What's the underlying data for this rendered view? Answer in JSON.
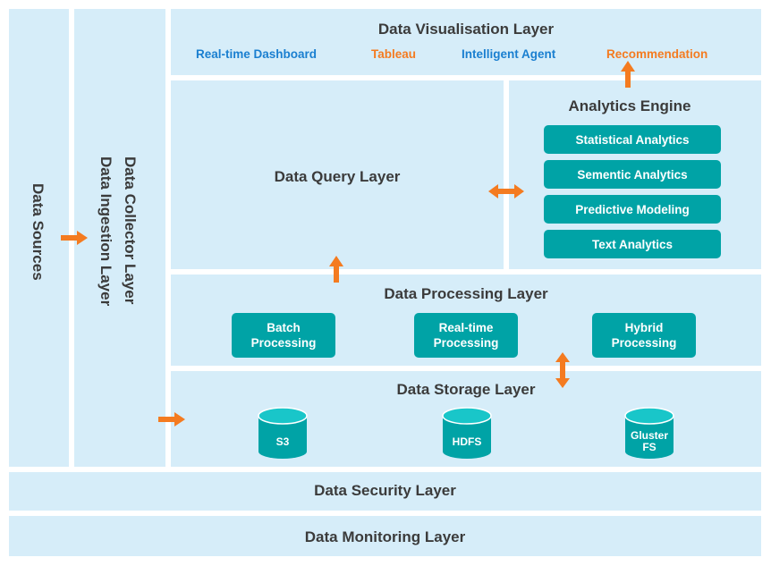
{
  "colors": {
    "panel_bg": "#d6edf9",
    "teal": "#00a3a6",
    "teal_light": "#19c6c9",
    "arrow": "#f47b20",
    "blue_text": "#1a7fd0",
    "orange_text": "#f47b20",
    "title_text": "#3b3b3b"
  },
  "sources": {
    "title": "Data Sources"
  },
  "ingestion": {
    "line1": "Data Collector Layer",
    "line2": "Data Ingestion Layer"
  },
  "visualisation": {
    "title": "Data Visualisation Layer",
    "items": [
      {
        "label": "Real-time Dashboard",
        "color": "blue"
      },
      {
        "label": "Tableau",
        "color": "orange"
      },
      {
        "label": "Intelligent Agent",
        "color": "blue"
      },
      {
        "label": "Recommendation",
        "color": "orange"
      }
    ]
  },
  "query": {
    "title": "Data Query Layer"
  },
  "analytics": {
    "title": "Analytics Engine",
    "items": [
      "Statistical Analytics",
      "Sementic Analytics",
      "Predictive Modeling",
      "Text Analytics"
    ]
  },
  "processing": {
    "title": "Data Processing Layer",
    "items": [
      {
        "line1": "Batch",
        "line2": "Processing"
      },
      {
        "line1": "Real-time",
        "line2": "Processing"
      },
      {
        "line1": "Hybrid",
        "line2": "Processing"
      }
    ]
  },
  "storage": {
    "title": "Data Storage Layer",
    "items": [
      {
        "line1": "S3",
        "line2": ""
      },
      {
        "line1": "HDFS",
        "line2": ""
      },
      {
        "line1": "Gluster",
        "line2": "FS"
      }
    ]
  },
  "security": {
    "title": "Data Security Layer"
  },
  "monitoring": {
    "title": "Data Monitoring Layer"
  }
}
